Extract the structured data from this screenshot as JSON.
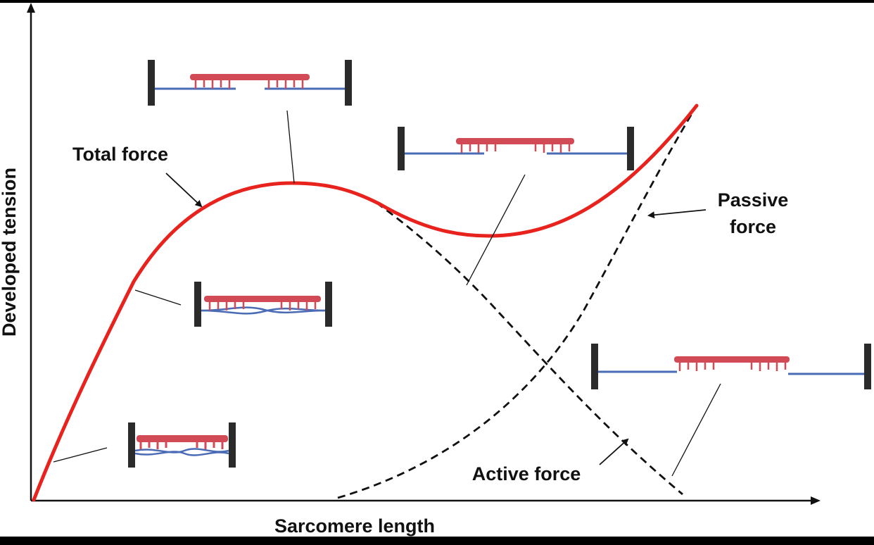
{
  "diagram": {
    "x_axis_label": "Sarcomere length",
    "y_axis_label": "Developed tension",
    "curves": {
      "total": {
        "label": "Total force",
        "color": "#e8231e"
      },
      "passive": {
        "label_line1": "Passive",
        "label_line2": "force",
        "color": "#111111"
      },
      "active": {
        "label": "Active force",
        "color": "#111111"
      }
    },
    "sarcomere_icons": [
      {
        "name": "sarcomere-very-short",
        "overlap": "full-overlap-crossed"
      },
      {
        "name": "sarcomere-short",
        "overlap": "partial-crossed"
      },
      {
        "name": "sarcomere-optimal",
        "overlap": "optimal-overlap"
      },
      {
        "name": "sarcomere-long",
        "overlap": "reduced-overlap"
      },
      {
        "name": "sarcomere-overstretched",
        "overlap": "no-overlap"
      }
    ],
    "colors": {
      "background": "#ffffff",
      "frame": "#000000",
      "myosin": "#d24a55",
      "actin": "#4a6bb5",
      "z_disc": "#2b2b2b"
    }
  }
}
